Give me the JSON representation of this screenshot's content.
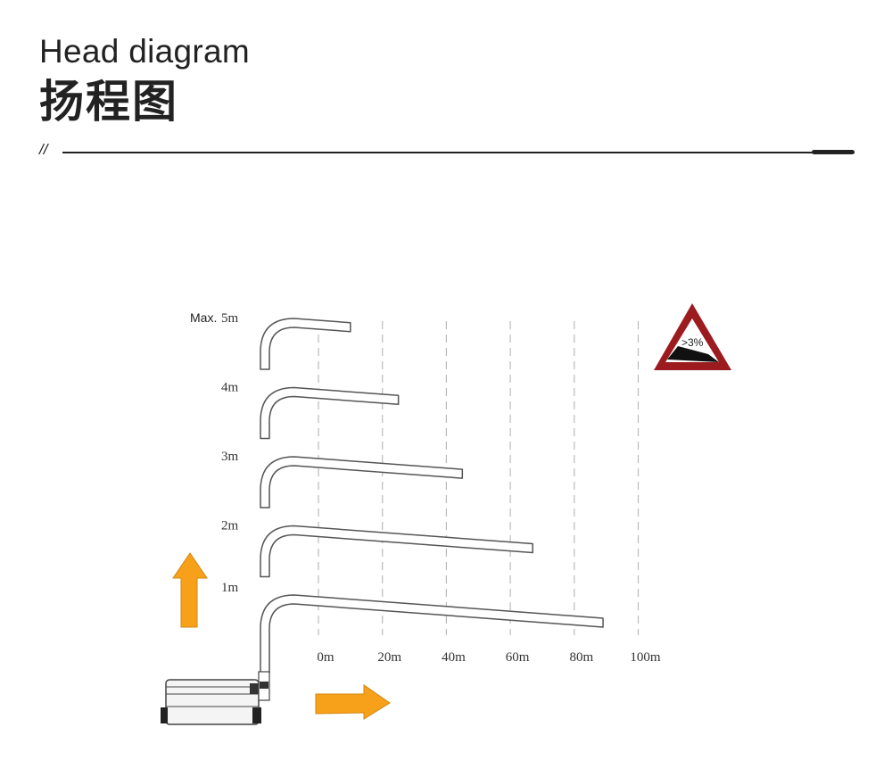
{
  "header": {
    "title_en": "Head diagram",
    "title_zh": "扬程图",
    "divider_mark": "//"
  },
  "diagram": {
    "head_labels": [
      {
        "prefix": "Max.",
        "text": "5m"
      },
      {
        "prefix": "",
        "text": "4m"
      },
      {
        "prefix": "",
        "text": "3m"
      },
      {
        "prefix": "",
        "text": "2m"
      },
      {
        "prefix": "",
        "text": "1m"
      }
    ],
    "distance_labels": [
      "0m",
      "20m",
      "40m",
      "60m",
      "80m",
      "100m"
    ],
    "pipes": [
      {
        "head_m": 5,
        "reach_m": 10
      },
      {
        "head_m": 4,
        "reach_m": 25
      },
      {
        "head_m": 3,
        "reach_m": 45
      },
      {
        "head_m": 2,
        "reach_m": 67
      },
      {
        "head_m": 1,
        "reach_m": 89
      }
    ],
    "slope_sign": {
      "text": ">3%",
      "border_color": "#9b1b1e",
      "fill_color": "#ffffff"
    },
    "arrow_color": "#f7a11a",
    "pipe_color": "#555555",
    "grid_color": "#bbbbbb"
  }
}
